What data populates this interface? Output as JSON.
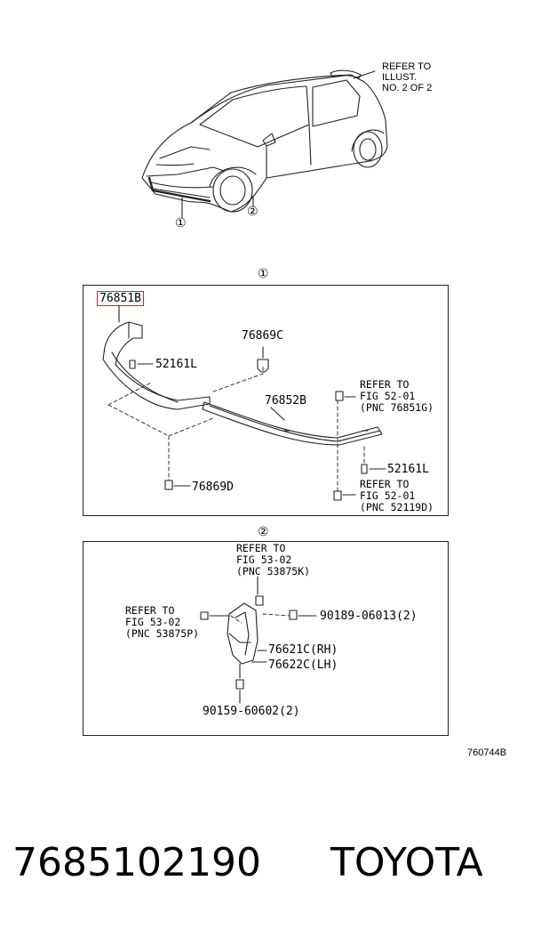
{
  "overview": {
    "refer_note": [
      "REFER TO",
      "ILLUST.",
      "NO. 2 OF 2"
    ],
    "callout_1": "①",
    "callout_2": "②"
  },
  "section1": {
    "marker": "①",
    "parts": {
      "highlighted": "76851B",
      "p1": "76869C",
      "p2": "52161L",
      "p3": "76852B",
      "p4": "52161L",
      "p5": "76869D"
    },
    "refs": {
      "ref_a": [
        "REFER TO",
        "FIG 52-01",
        "(PNC 76851G)"
      ],
      "ref_b": [
        "REFER TO",
        "FIG 52-01",
        "(PNC 52119D)"
      ]
    }
  },
  "section2": {
    "marker": "②",
    "refs": {
      "ref_top": [
        "REFER TO",
        "FIG 53-02",
        "(PNC 53875K)"
      ],
      "ref_left": [
        "REFER TO",
        "FIG 53-02",
        "(PNC 53875P)"
      ]
    },
    "parts": {
      "p1": "90189-06013(2)",
      "p2": "76621C(RH)",
      "p3": "76622C(LH)",
      "p4": "90159-60602(2)"
    }
  },
  "figure_code": "760744B",
  "footer": {
    "part_number": "7685102190",
    "brand": "TOYOTA"
  }
}
